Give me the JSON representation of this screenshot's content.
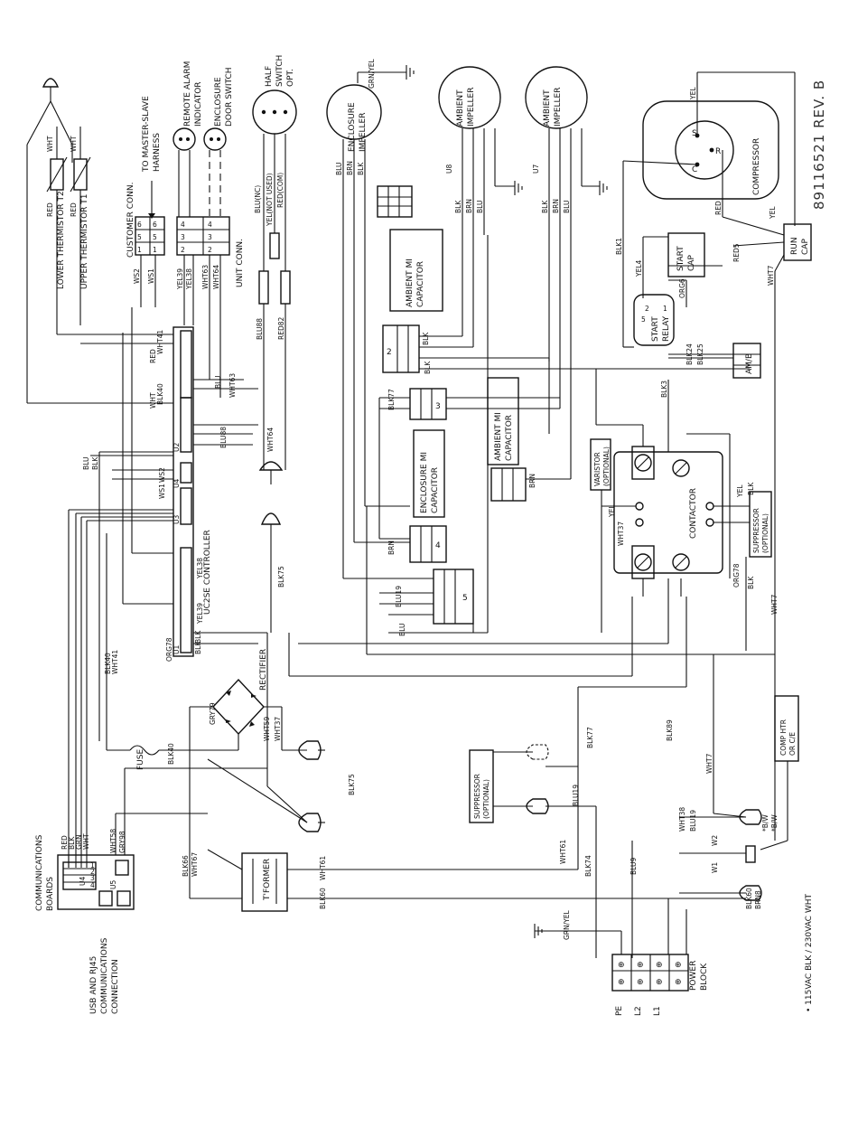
{
  "drawing_number": "89116521 REV. B",
  "footnote": "• 115VAC BLK / 230VAC WHT",
  "labels": {
    "controller": "UC2SE CONTROLLER",
    "contactor": "CONTACTOR",
    "compressor": "COMPRESSOR",
    "rectifier": "RECTIFIER",
    "fuse": "FUSE",
    "transformer": "T'FORMER",
    "power_block": "POWER",
    "power_block_2": "BLOCK",
    "enclosure_impeller": "ENCLOSURE",
    "enclosure_impeller_2": "IMPELLER",
    "ambient_impeller_u8": "AMBIENT",
    "ambient_impeller_u8_2": "IMPELLER",
    "ambient_impeller_u7": "AMBIENT",
    "ambient_impeller_u7_2": "IMPELLER",
    "ambient_capacitor_1": "AMBIENT MI",
    "ambient_capacitor_1b": "CAPACITOR",
    "ambient_capacitor_2": "AMBIENT MI",
    "ambient_capacitor_2b": "CAPACITOR",
    "enclosure_capacitor": "ENCLOSURE MI",
    "enclosure_capacitor_b": "CAPACITOR",
    "start_cap": "START",
    "start_cap_2": "CAP",
    "run_cap": "RUN",
    "run_cap_2": "CAP",
    "start_relay": "START",
    "start_relay_2": "RELAY",
    "varistor": "VARISTOR",
    "varistor_2": "(OPTIONAL)",
    "suppressor_contactor": "SUPPRESSOR",
    "suppressor_contactor_2": "(OPTIONAL)",
    "suppressor_main": "SUPPRESSOR",
    "suppressor_main_2": "(OPTIONAL)",
    "comp_htr": "COMP HTR",
    "comp_htr_2": "OR C/E",
    "customer_conn": "CUSTOMER CONN.",
    "unit_conn": "UNIT CONN.",
    "to_master_slave": "TO MASTER-SLAVE",
    "harness": "HARNESS",
    "remote_alarm": "REMOTE ALARM",
    "remote_alarm_2": "INDICATOR",
    "enclosure_door": "ENCLOSURE",
    "enclosure_door_2": "DOOR SWITCH",
    "half_switch": "HALF",
    "half_switch_2": "SWITCH",
    "half_switch_3": "OPT.",
    "lower_thermistor": "LOWER THERMISTOR T2",
    "upper_thermistor": "UPPER THERMISTOR T1",
    "communications_boards": "COMMUNICATIONS",
    "communications_boards_2": "BOARDS",
    "usb_rj45": "USB AND RJ45",
    "usb_rj45_2": "COMMUNICATIONS",
    "usb_rj45_3": "CONNECTION",
    "am_b": "AM/B",
    "pe": "PE",
    "l2": "L2",
    "l1": "L1"
  },
  "wire_labels": {
    "blu_nc": "BLU(NC)",
    "yel_not_used": "YEL(NOT USED)",
    "red_com": "RED(COM)",
    "blu88": "BLU88",
    "red82": "RED82",
    "wht63": "WHT63",
    "wht64": "WHT64",
    "yel38": "YEL38",
    "yel39": "YEL39",
    "ws1": "WS1",
    "ws2": "WS2",
    "blk40": "BLK40",
    "wht41": "WHT41",
    "blk75": "BLK75",
    "blk77": "BLK77",
    "blk89": "BLK89",
    "blu19": "BLU19",
    "blu9": "BLU9",
    "wht61": "WHT61",
    "wht7": "WHT7",
    "blk74": "BLK74",
    "blk60": "BLK60",
    "blk66": "BLK66",
    "wht67": "WHT67",
    "gry79": "GRY79",
    "wht59": "WHT59",
    "wht37": "WHT37",
    "org78": "ORG78",
    "org6": "ORG6",
    "red5": "RED5",
    "yel4": "YEL4",
    "blk1": "BLK1",
    "blk3": "BLK3",
    "blk24": "BLK24",
    "blk25": "BLK25",
    "grn_yel": "GRN/YEL",
    "brn8": "BRN8",
    "wht58": "WHT58",
    "gry98": "GRY98",
    "red": "RED",
    "blk": "BLK",
    "grn": "GRN",
    "wht": "WHT",
    "blu": "BLU",
    "brn": "BRN",
    "yel": "YEL"
  },
  "terminals": {
    "u1": "U1",
    "u2": "U2",
    "u3": "U3",
    "u4": "U4",
    "u5": "U5",
    "u7": "U7",
    "u8": "U8"
  }
}
